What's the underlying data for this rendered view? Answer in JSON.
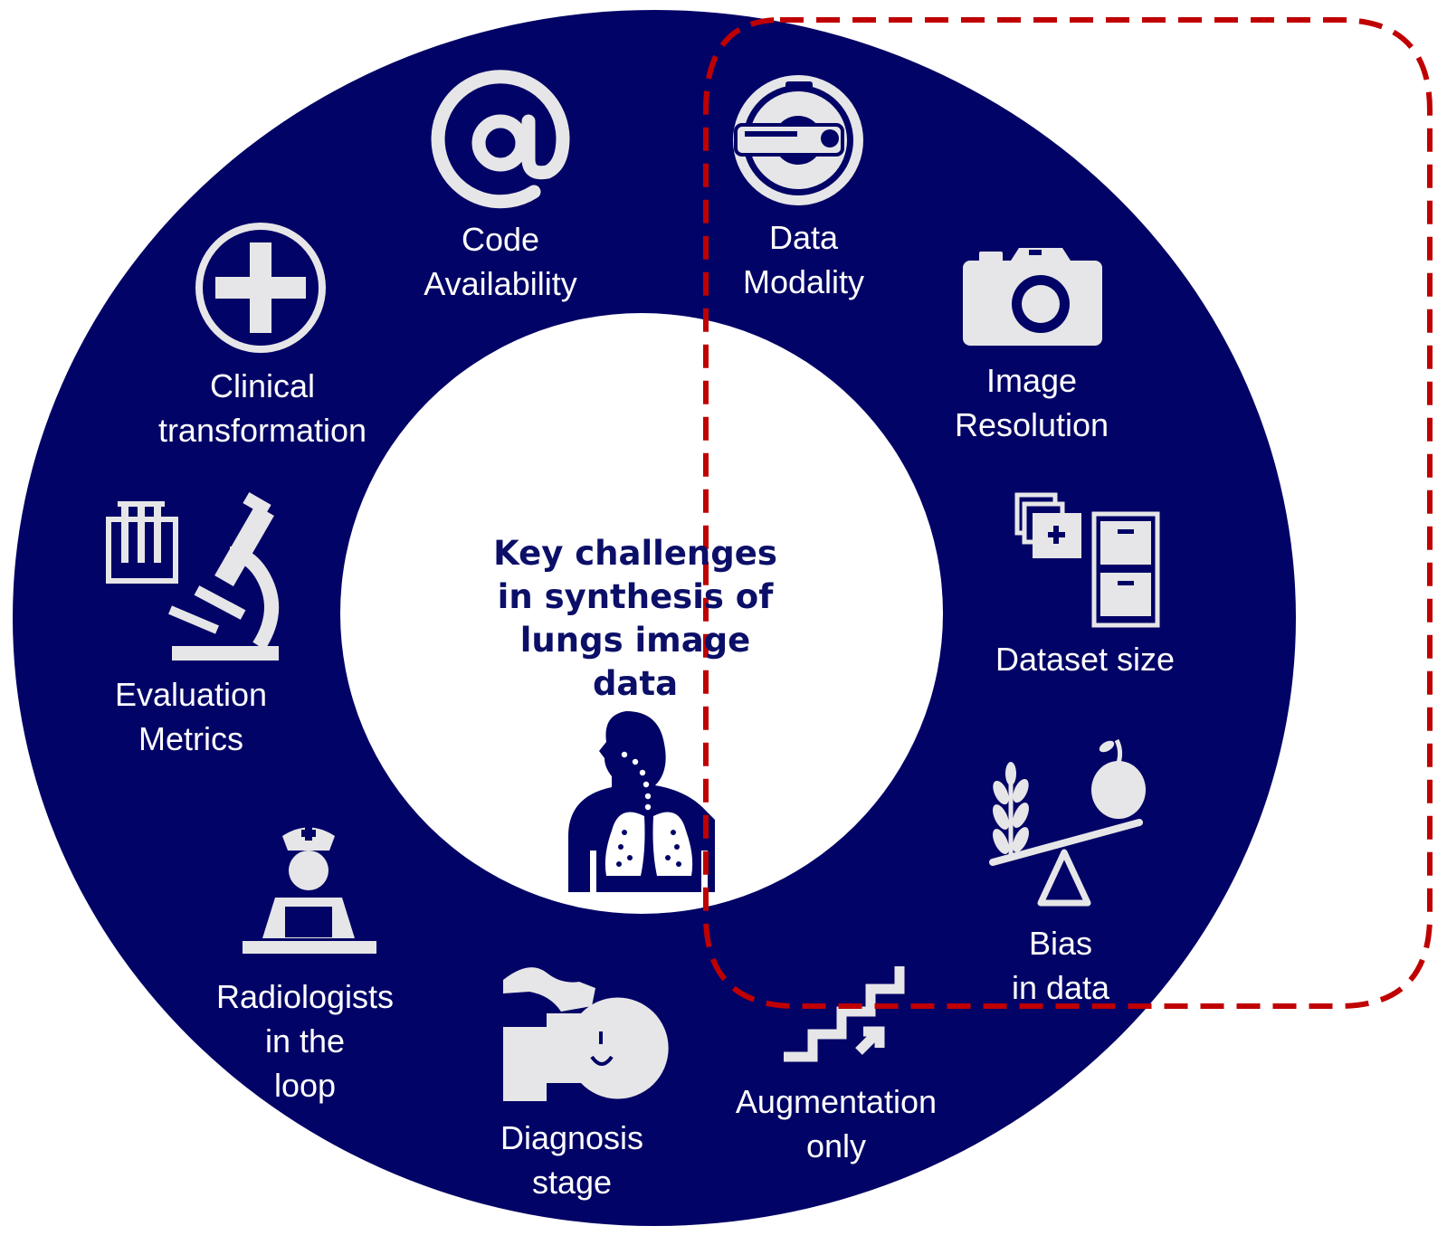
{
  "center": {
    "title": "Key challenges\nin synthesis of\nlungs image\ndata"
  },
  "items": [
    {
      "label": "Code\nAvailability",
      "icon": "at-sign-icon"
    },
    {
      "label": "Data\nModality",
      "icon": "mri-scanner-icon"
    },
    {
      "label": "Image\nResolution",
      "icon": "camera-icon"
    },
    {
      "label": "Dataset size",
      "icon": "file-cabinet-icon"
    },
    {
      "label": "Bias\nin data",
      "icon": "balance-scale-icon"
    },
    {
      "label": "Augmentation\nonly",
      "icon": "stairs-icon"
    },
    {
      "label": "Diagnosis\nstage",
      "icon": "patient-icon"
    },
    {
      "label": "Radiologists\nin the\nloop",
      "icon": "nurse-icon"
    },
    {
      "label": "Evaluation\nMetrics",
      "icon": "microscope-icon"
    },
    {
      "label": "Clinical\ntransformation",
      "icon": "medical-cross-icon"
    }
  ],
  "colors": {
    "ring": "#020366",
    "icon": "#e6e6e8",
    "highlight": "#c00000",
    "center_text": "#0b0f68"
  }
}
